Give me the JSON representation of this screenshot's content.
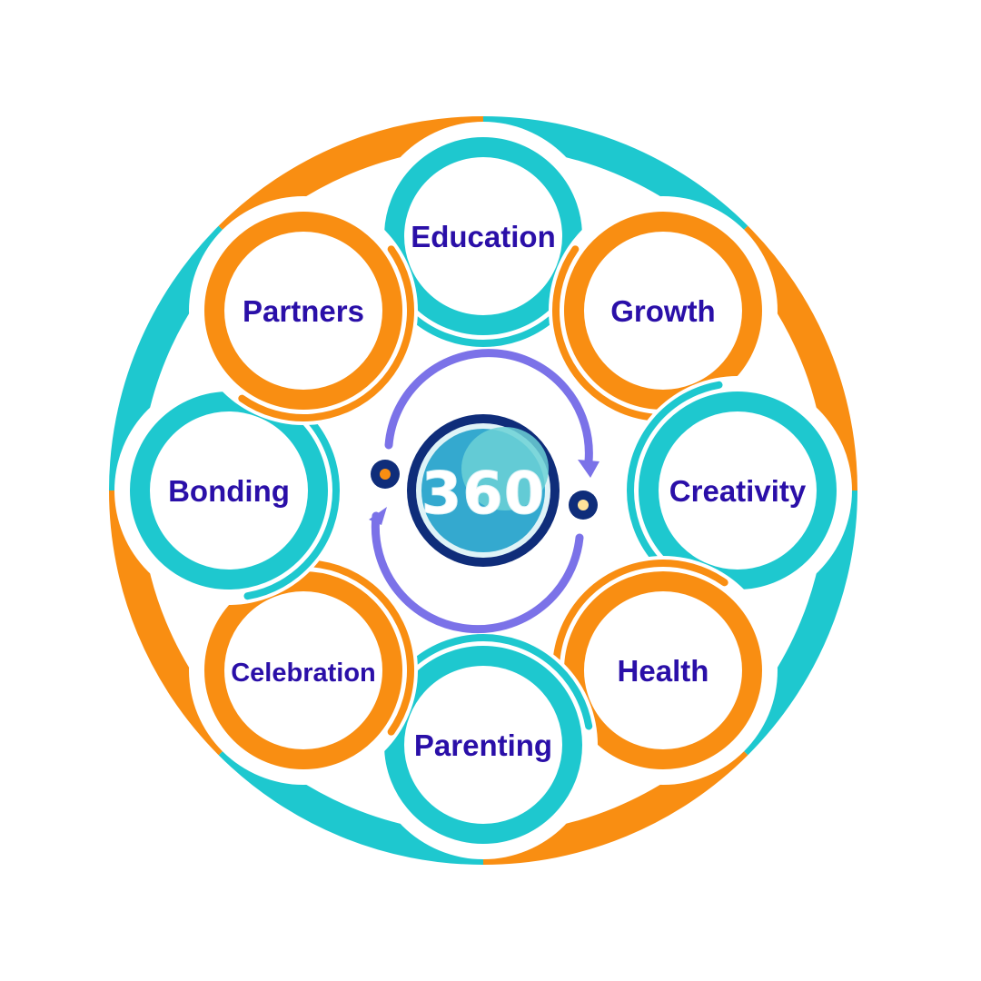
{
  "colors": {
    "teal": "#1ec8cf",
    "orange": "#f98e12",
    "label": "#2a0fa8",
    "navy": "#0f2d7a",
    "purple": "#7b72e8",
    "globe": "#34a9cf"
  },
  "center": {
    "text": "360"
  },
  "nodes": [
    {
      "label": "Education",
      "color": "teal",
      "angle": -90
    },
    {
      "label": "Growth",
      "color": "orange",
      "angle": -45
    },
    {
      "label": "Creativity",
      "color": "teal",
      "angle": 0
    },
    {
      "label": "Health",
      "color": "orange",
      "angle": 45
    },
    {
      "label": "Parenting",
      "color": "teal",
      "angle": 90
    },
    {
      "label": "Celebration",
      "color": "orange",
      "angle": 135
    },
    {
      "label": "Bonding",
      "color": "teal",
      "angle": 180
    },
    {
      "label": "Partners",
      "color": "orange",
      "angle": 225
    }
  ]
}
